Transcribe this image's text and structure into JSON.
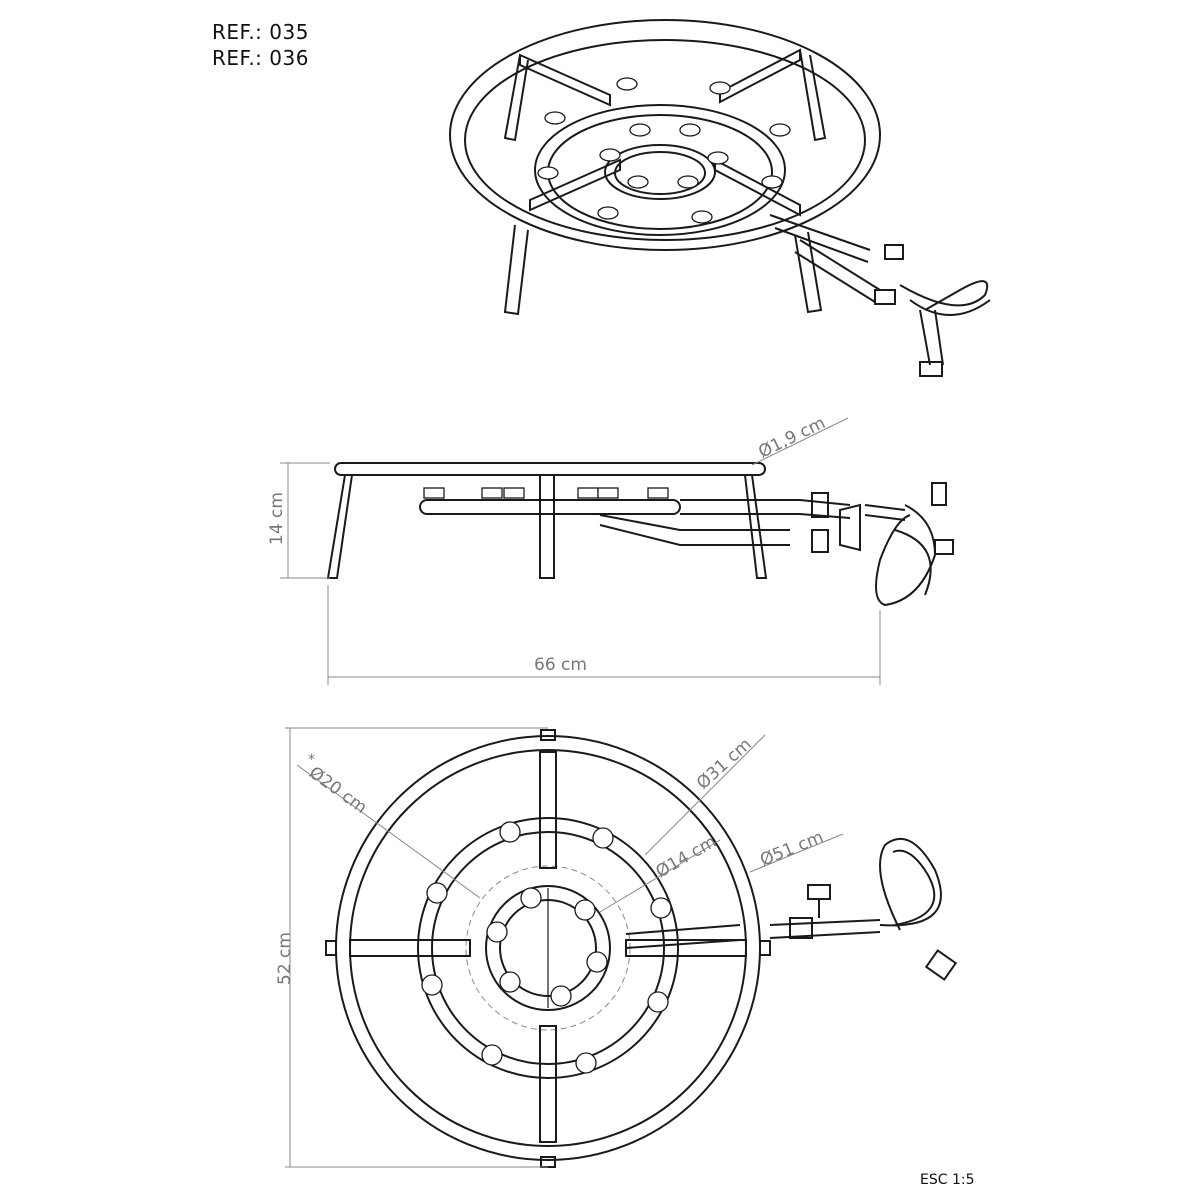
{
  "refs": [
    "REF.: 035",
    "REF.: 036"
  ],
  "scale": "ESC 1:5",
  "dimensions": {
    "pipe_diameter": "Ø1,9 cm",
    "height": "14 cm",
    "width": "66 cm",
    "depth": "52 cm",
    "inner_ring": "Ø20 cm",
    "inner_ring_marker": "*",
    "middle_ring": "Ø31 cm",
    "center": "Ø14 cm",
    "outer_ring": "Ø51 cm"
  }
}
